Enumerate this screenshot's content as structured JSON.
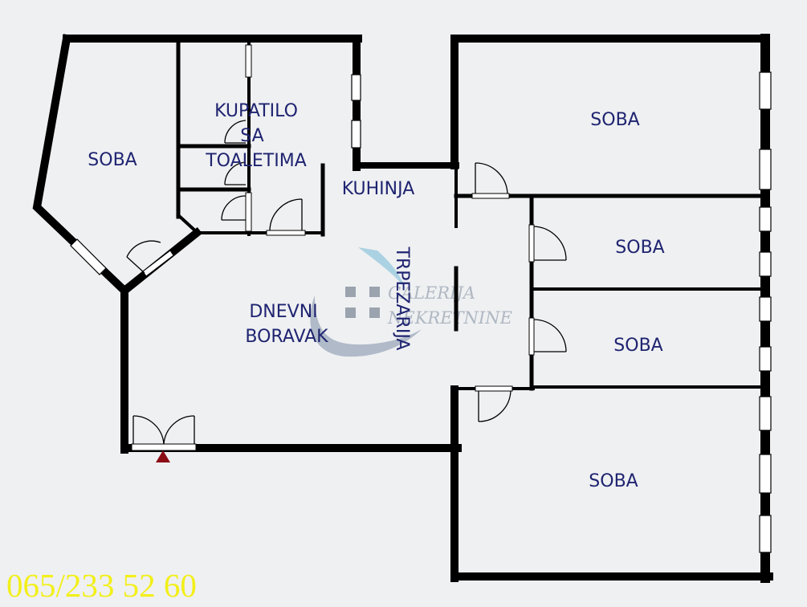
{
  "rooms": {
    "soba_left": "SOBA",
    "kupatilo_line1": "KUPATILO",
    "kupatilo_line2": "SA",
    "kupatilo_line3": "TOALETIMA",
    "kuhinja": "KUHINJA",
    "soba_top_right": "SOBA",
    "soba_mid_right_1": "SOBA",
    "soba_mid_right_2": "SOBA",
    "soba_bottom_right": "SOBA",
    "dnevni_line1": "DNEVNI",
    "dnevni_line2": "BORAVAK",
    "trpezarija": "TRPEZARIJA"
  },
  "watermark": {
    "line1": "GALERIJA",
    "line2": "NEKRETNINE"
  },
  "phone": "065/233 52 60",
  "colors": {
    "background": "#eff0f2",
    "walls": "#000000",
    "labels": "#1f2470",
    "phone": "#f2ef1a",
    "entrance_marker": "#8b0d16"
  },
  "icons": {
    "entrance": "entrance-arrow-icon",
    "watermark_logo": "galerija-nekretnine-logo"
  }
}
